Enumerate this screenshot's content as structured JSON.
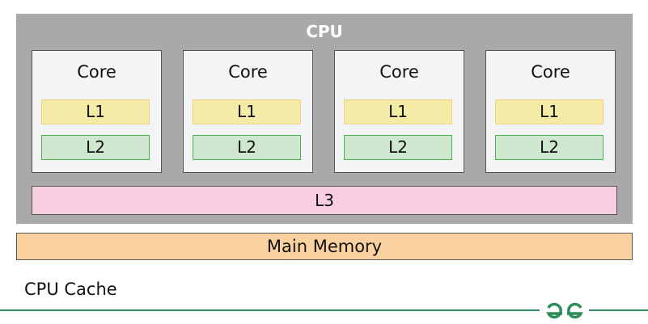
{
  "cpu": {
    "title": "CPU"
  },
  "cores": [
    {
      "label": "Core",
      "l1": "L1",
      "l2": "L2"
    },
    {
      "label": "Core",
      "l1": "L1",
      "l2": "L2"
    },
    {
      "label": "Core",
      "l1": "L1",
      "l2": "L2"
    },
    {
      "label": "Core",
      "l1": "L1",
      "l2": "L2"
    }
  ],
  "l3": "L3",
  "main_memory": "Main Memory",
  "caption": "CPU Cache",
  "logo": {
    "icon": "geeksforgeeks-logo-icon"
  },
  "colors": {
    "cpu": "#a9a9a9",
    "l1": "#f4eca6",
    "l2": "#cfe6cf",
    "l3": "#f8cfe0",
    "memory": "#fbd19f",
    "brand": "#2f8d5b"
  }
}
